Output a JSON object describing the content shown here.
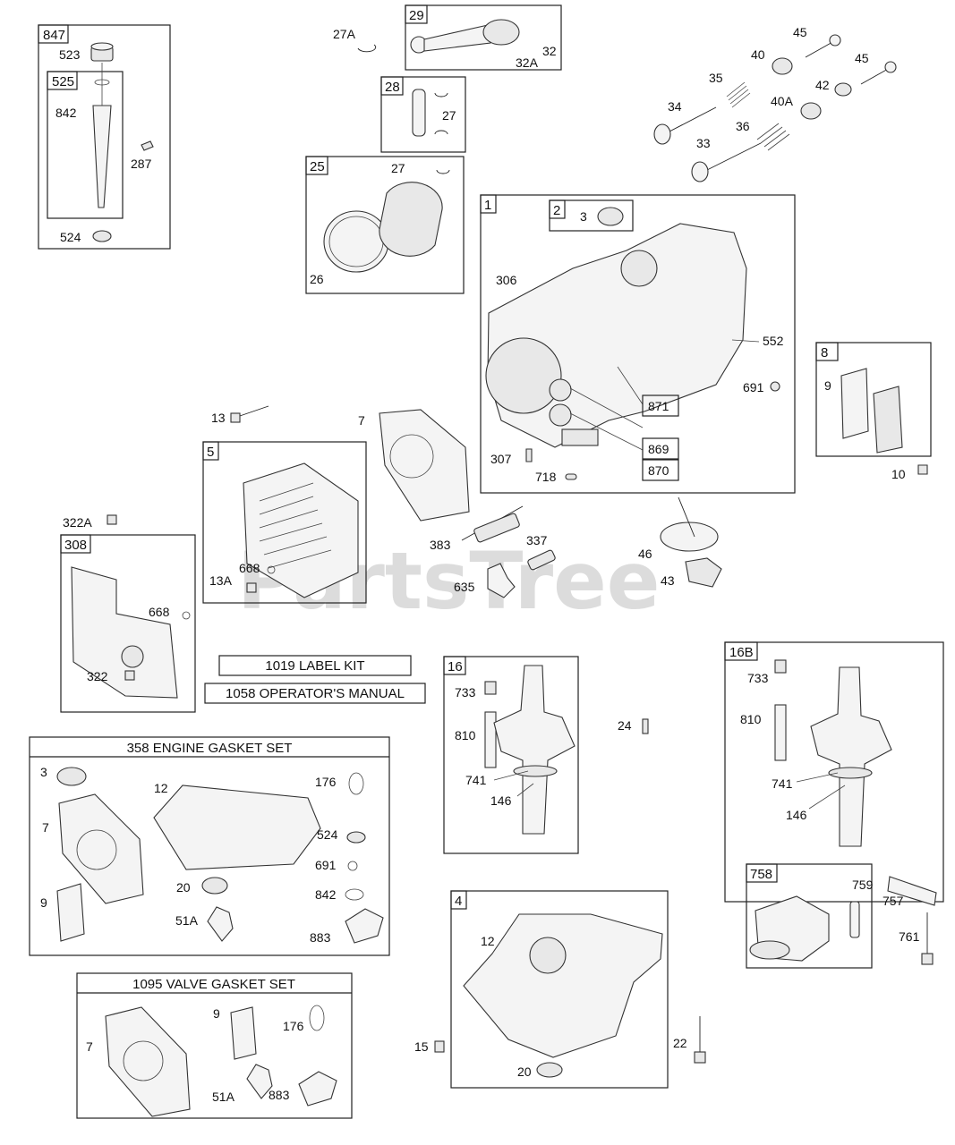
{
  "watermark": "PartsTree",
  "groups": {
    "g847": "847",
    "g525": "525",
    "g29": "29",
    "g28": "28",
    "g25": "25",
    "g1": "1",
    "g2": "2",
    "g8": "8",
    "g5": "5",
    "g308": "308",
    "g16": "16",
    "g16b": "16B",
    "g758": "758",
    "g4": "4"
  },
  "titles": {
    "label_kit": "1019 LABEL KIT",
    "operators_manual": "1058 OPERATOR'S MANUAL",
    "engine_gasket_set": "358 ENGINE GASKET SET",
    "valve_gasket_set": "1095 VALVE GASKET SET"
  },
  "callouts": {
    "c523": "523",
    "c842": "842",
    "c287": "287",
    "c524": "524",
    "c27a": "27A",
    "c32": "32",
    "c32a": "32A",
    "c27": "27",
    "c27b": "27",
    "c26": "26",
    "c45": "45",
    "c45b": "45",
    "c40": "40",
    "c35": "35",
    "c42": "42",
    "c40a": "40A",
    "c34": "34",
    "c36": "36",
    "c33": "33",
    "c3": "3",
    "c306": "306",
    "c552": "552",
    "c691": "691",
    "c871": "871",
    "c869": "869",
    "c870": "870",
    "c307": "307",
    "c718": "718",
    "c9": "9",
    "c10": "10",
    "c13": "13",
    "c7": "7",
    "c13a": "13A",
    "c668": "668",
    "c322a": "322A",
    "c668b": "668",
    "c322": "322",
    "c383": "383",
    "c337": "337",
    "c635": "635",
    "c46": "46",
    "c43": "43",
    "c733": "733",
    "c810": "810",
    "c741": "741",
    "c146": "146",
    "c24": "24",
    "c733b": "733",
    "c810b": "810",
    "c741b": "741",
    "c146b": "146",
    "c759": "759",
    "c757": "757",
    "c761": "761",
    "e3": "3",
    "e12": "12",
    "e176": "176",
    "e7": "7",
    "e524": "524",
    "e691": "691",
    "e20": "20",
    "e842": "842",
    "e9": "9",
    "e51a": "51A",
    "e883": "883",
    "v7": "7",
    "v9": "9",
    "v176": "176",
    "v51a": "51A",
    "v883": "883",
    "p12": "12",
    "p15": "15",
    "p20": "20",
    "p22": "22"
  }
}
